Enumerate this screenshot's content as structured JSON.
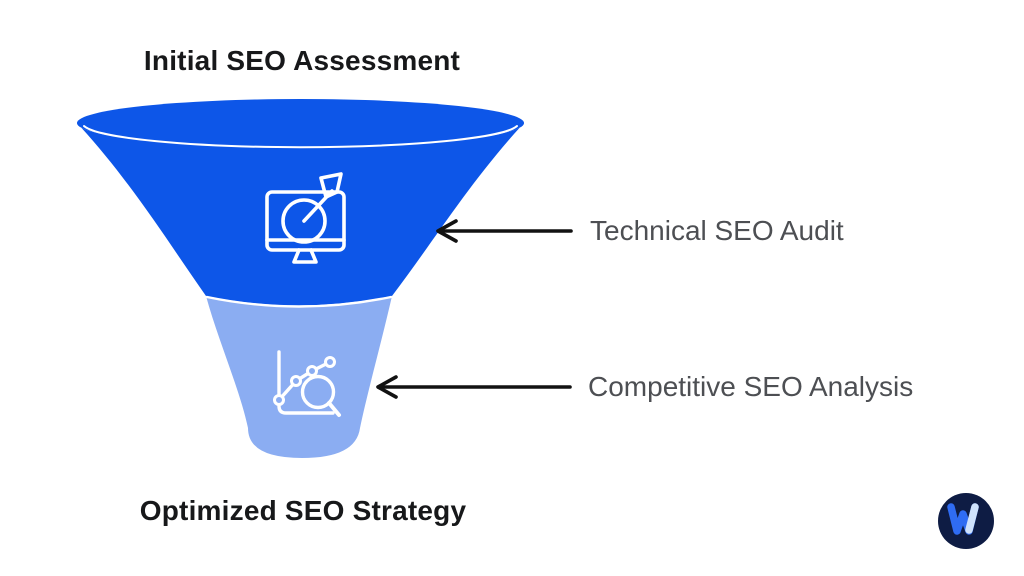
{
  "diagram": {
    "title": "Initial SEO Assessment",
    "footer": "Optimized SEO Strategy",
    "funnel": {
      "type": "funnel",
      "stages": [
        {
          "label": "Technical SEO Audit",
          "icon": "monitor-target-icon",
          "color": "#0d56e8"
        },
        {
          "label": "Competitive SEO Analysis",
          "icon": "chart-magnifier-icon",
          "color": "#8badf2"
        }
      ]
    },
    "logo": {
      "mark": "w-logo-mark"
    },
    "colors": {
      "background": "#ffffff",
      "stage_top": "#0d56e8",
      "stage_bottom": "#8badf2",
      "title_text": "#17181a",
      "label_text": "#4d4f53",
      "arrow": "#121212",
      "icon_stroke": "#ffffff",
      "logo_circle": "#0e1c44",
      "logo_primary": "#2f6cf3",
      "logo_secondary": "#cfe2fc"
    }
  }
}
